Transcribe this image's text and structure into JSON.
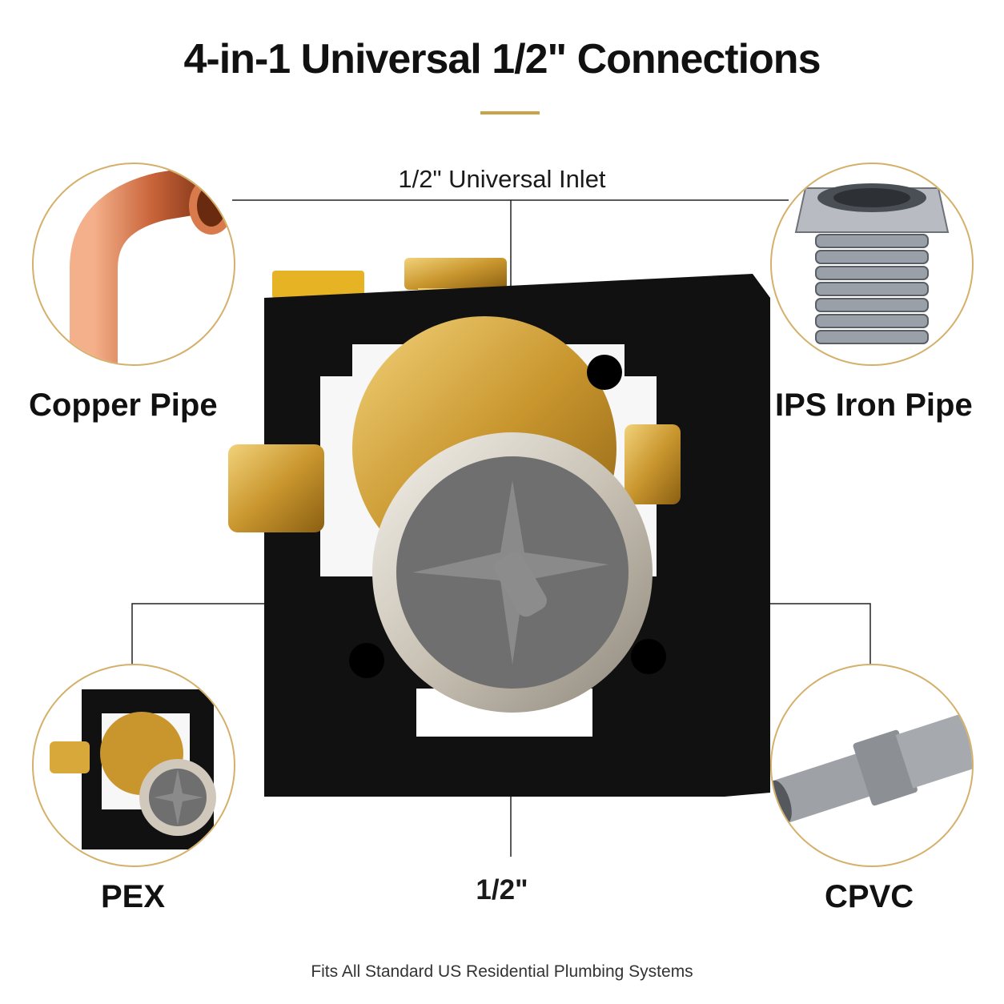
{
  "header": {
    "title": "4-in-1 Universal 1/2\" Connections"
  },
  "center": {
    "inlet_label": "1/2\" Universal Inlet",
    "bottom_label": "1/2\""
  },
  "connections": {
    "copper": {
      "label": "Copper Pipe",
      "icon": "copper-elbow-icon"
    },
    "ips": {
      "label": "IPS Iron Pipe",
      "icon": "threaded-fitting-icon"
    },
    "pex": {
      "label": "PEX",
      "icon": "valve-box-icon"
    },
    "cpvc": {
      "label": "CPVC",
      "icon": "cpvc-pipe-icon"
    }
  },
  "footer": {
    "text": "Fits All Standard US Residential Plumbing Systems"
  },
  "colors": {
    "accent_gold": "#c9a24a",
    "brass": "#d9a83a",
    "frame_black": "#111111",
    "cap_gray": "#7a7a7a"
  }
}
